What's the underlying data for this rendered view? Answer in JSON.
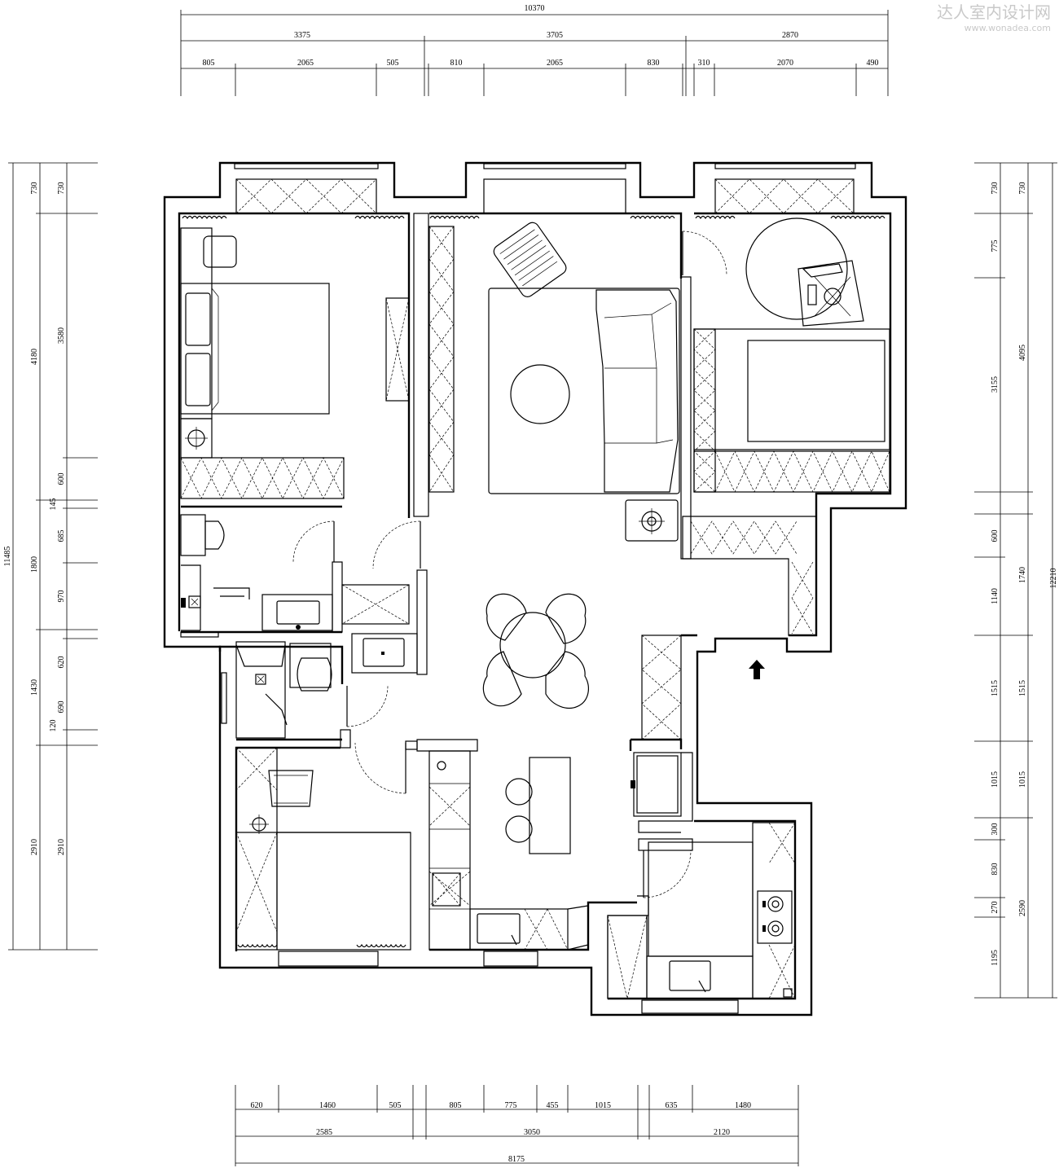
{
  "watermark": {
    "title": "达人室内设计网",
    "url": "www.wonadea.com"
  },
  "dims_top": {
    "total": "10370",
    "mid": [
      "3375",
      "3705",
      "2870"
    ],
    "detail": [
      "805",
      "2065",
      "505",
      "810",
      "2065",
      "830",
      "310",
      "2070",
      "490"
    ]
  },
  "dims_bottom": {
    "detail": [
      "620",
      "1460",
      "505",
      "805",
      "775",
      "455",
      "1015",
      "635",
      "1480"
    ],
    "mid": [
      "2585",
      "3050",
      "2120"
    ],
    "total": "8175"
  },
  "dims_left": {
    "total": "11485",
    "mid": [
      "730",
      "4180",
      "1800",
      "1430",
      "2910"
    ],
    "detail": [
      "730",
      "3580",
      "600",
      "145",
      "685",
      "970",
      "620",
      "690",
      "120",
      "2910"
    ]
  },
  "dims_right": {
    "total": "12210",
    "mid": [
      "730",
      "4095",
      "1740",
      "1515",
      "1015",
      "2590"
    ],
    "detail": [
      "730",
      "775",
      "3155",
      "600",
      "1140",
      "1515",
      "1015",
      "300",
      "830",
      "270",
      "1195"
    ]
  },
  "colors": {
    "line": "#000000",
    "watermark": "#c9c9c9",
    "background": "#ffffff"
  },
  "icons": [
    "entrance-arrow-icon",
    "floor-drain-icon",
    "gas-stove-icon",
    "sink-icon",
    "toilet-icon"
  ]
}
